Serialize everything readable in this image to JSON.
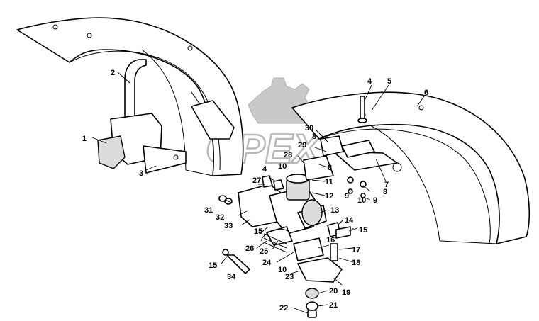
{
  "watermark": {
    "text": "OPEX"
  },
  "callouts": [
    {
      "id": "c1",
      "label": "1"
    },
    {
      "id": "c2",
      "label": "2"
    },
    {
      "id": "c3",
      "label": "3"
    },
    {
      "id": "c4a",
      "label": "4"
    },
    {
      "id": "c5",
      "label": "5"
    },
    {
      "id": "c6",
      "label": "6"
    },
    {
      "id": "c7",
      "label": "7"
    },
    {
      "id": "c8a",
      "label": "8"
    },
    {
      "id": "c8b",
      "label": "8"
    },
    {
      "id": "c8c",
      "label": "8"
    },
    {
      "id": "c9a",
      "label": "9"
    },
    {
      "id": "c9b",
      "label": "9"
    },
    {
      "id": "c10a",
      "label": "10"
    },
    {
      "id": "c10b",
      "label": "10"
    },
    {
      "id": "c10c",
      "label": "10"
    },
    {
      "id": "c11",
      "label": "11"
    },
    {
      "id": "c12",
      "label": "12"
    },
    {
      "id": "c13",
      "label": "13"
    },
    {
      "id": "c14",
      "label": "14"
    },
    {
      "id": "c15a",
      "label": "15"
    },
    {
      "id": "c15b",
      "label": "15"
    },
    {
      "id": "c15c",
      "label": "15"
    },
    {
      "id": "c16",
      "label": "16"
    },
    {
      "id": "c17",
      "label": "17"
    },
    {
      "id": "c18",
      "label": "18"
    },
    {
      "id": "c19",
      "label": "19"
    },
    {
      "id": "c20",
      "label": "20"
    },
    {
      "id": "c21",
      "label": "21"
    },
    {
      "id": "c22",
      "label": "22"
    },
    {
      "id": "c23",
      "label": "23"
    },
    {
      "id": "c24",
      "label": "24"
    },
    {
      "id": "c25",
      "label": "25"
    },
    {
      "id": "c26",
      "label": "26"
    },
    {
      "id": "c27",
      "label": "27"
    },
    {
      "id": "c28",
      "label": "28"
    },
    {
      "id": "c29",
      "label": "29"
    },
    {
      "id": "c30",
      "label": "30"
    },
    {
      "id": "c4b",
      "label": "4"
    },
    {
      "id": "c31",
      "label": "31"
    },
    {
      "id": "c32",
      "label": "32"
    },
    {
      "id": "c33",
      "label": "33"
    },
    {
      "id": "c34",
      "label": "34"
    }
  ]
}
